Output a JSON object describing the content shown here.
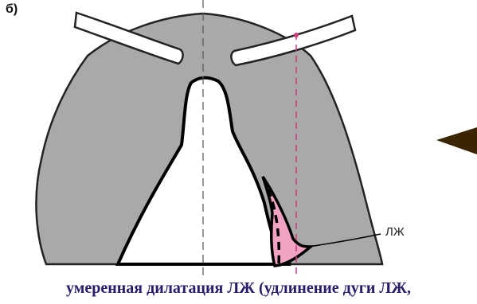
{
  "panel_label": "б)",
  "lv_label": "ЛЖ",
  "caption": "умеренная дилатация ЛЖ (удлинение дуги ЛЖ,",
  "colors": {
    "lung_fill": "#a9a9a9",
    "outline": "#000000",
    "lv_highlight": "#f2a3c4",
    "pink_line": "#cc3a79",
    "midline": "#555555",
    "caption_text": "#2a1a6a",
    "pointer_triangle": "#3a2500"
  },
  "icons": [
    "clavicle-left",
    "clavicle-right",
    "pointer-triangle-icon"
  ]
}
